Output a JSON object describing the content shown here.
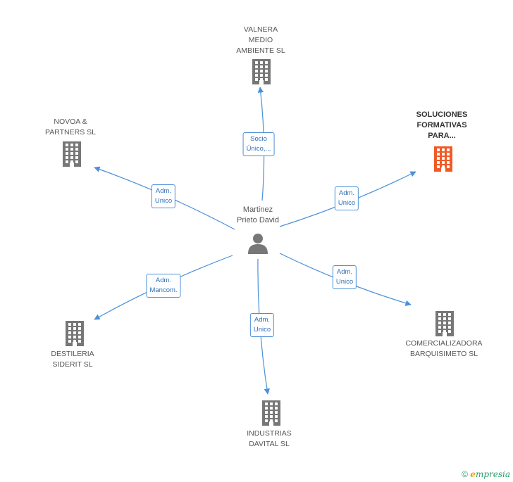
{
  "center": {
    "name": "Martinez\nPrieto David"
  },
  "companies": [
    {
      "id": "valnera",
      "name": "VALNERA\nMEDIO\nAMBIENTE SL",
      "highlight": false
    },
    {
      "id": "soluciones",
      "name": "SOLUCIONES\nFORMATIVAS\nPARA...",
      "highlight": true
    },
    {
      "id": "comercializadora",
      "name": "COMERCIALIZADORA\nBARQUISIMETO SL",
      "highlight": false
    },
    {
      "id": "industrias",
      "name": "INDUSTRIAS\nDAVITAL SL",
      "highlight": false
    },
    {
      "id": "destileria",
      "name": "DESTILERIA\nSIDERIT SL",
      "highlight": false
    },
    {
      "id": "novoa",
      "name": "NOVOA &\nPARTNERS SL",
      "highlight": false
    }
  ],
  "relations": [
    {
      "target": "valnera",
      "label": "Socio\nÚnico,..."
    },
    {
      "target": "soluciones",
      "label": "Adm.\nUnico"
    },
    {
      "target": "comercializadora",
      "label": "Adm.\nUnico"
    },
    {
      "target": "industrias",
      "label": "Adm.\nUnico"
    },
    {
      "target": "destileria",
      "label": "Adm.\nMancom."
    },
    {
      "target": "novoa",
      "label": "Adm.\nUnico"
    }
  ],
  "colors": {
    "edge": "#4a90d9",
    "building": "#777777",
    "highlight_building": "#f05a28",
    "person": "#777777"
  },
  "footer": {
    "copyright": "©",
    "brand_initial": "e",
    "brand_rest": "mpresia"
  }
}
